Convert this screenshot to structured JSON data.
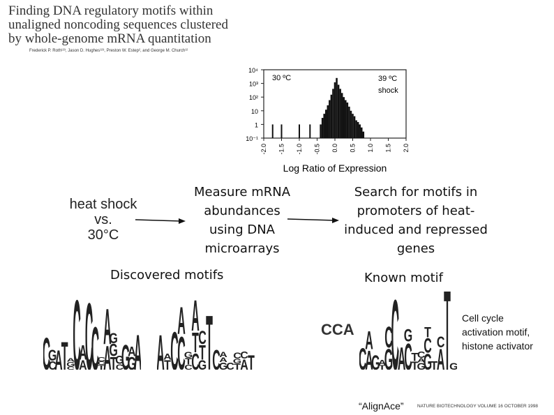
{
  "paper": {
    "title_lines": [
      "Finding DNA regulatory motifs within",
      "unaligned noncoding sequences clustered",
      "by whole-genome mRNA quantitation"
    ],
    "authors": "Frederick P. Roth¹²³, Jason D. Hughes¹²³, Preston W. Estep², and George M. Church¹²",
    "citation_source": "“AlignAce”",
    "citation_journal": "NATURE BIOTECHNOLOGY  VOLUME 16  OCTOBER 1998"
  },
  "conditions": {
    "line1": "heat shock",
    "line2": "vs.",
    "line3": "30°C"
  },
  "steps": {
    "measure_lines": [
      "Measure mRNA",
      "abundances",
      "using DNA",
      "microarrays"
    ],
    "search_lines": [
      "Search for motifs in",
      "promoters of heat-",
      "induced and repressed",
      "genes"
    ]
  },
  "labels": {
    "discovered": "Discovered motifs",
    "known": "Known motif",
    "cca": "CCA",
    "known_desc_lines": [
      "Cell cycle",
      "activation motif,",
      "histone activator"
    ]
  },
  "chart_data": {
    "type": "bar",
    "title": "",
    "xlabel": "Log Ratio of Expression",
    "ylabel": "",
    "y_scale": "log",
    "ylim": [
      0.1,
      10000
    ],
    "y_tick_labels": [
      "10⁻¹",
      "1",
      "10",
      "10²",
      "10³",
      "10⁴"
    ],
    "x_ticks": [
      -2.0,
      -1.5,
      -1.0,
      -0.5,
      0.0,
      0.5,
      1.0,
      1.5,
      2.0
    ],
    "x_tick_labels": [
      "-2.0",
      "-1.5",
      "-1.0",
      "-0.5",
      "0.0",
      "0.5",
      "1.0",
      "1.5",
      "2.0"
    ],
    "xlim": [
      -2.0,
      2.0
    ],
    "annotations": {
      "left": "30 ºC",
      "right_line1": "39 ºC",
      "right_line2": "shock"
    },
    "x": [
      -1.75,
      -1.5,
      -1.0,
      -0.7,
      -0.4,
      -0.35,
      -0.3,
      -0.25,
      -0.2,
      -0.15,
      -0.1,
      -0.05,
      0.0,
      0.05,
      0.1,
      0.15,
      0.2,
      0.25,
      0.3,
      0.35,
      0.4,
      0.45,
      0.5,
      0.55,
      0.6,
      0.65,
      0.7,
      0.75,
      0.8
    ],
    "values": [
      1,
      1,
      1,
      1,
      1,
      3,
      6,
      12,
      25,
      60,
      150,
      400,
      1200,
      2500,
      800,
      400,
      200,
      100,
      60,
      40,
      20,
      10,
      6,
      4,
      2,
      1.5,
      1,
      0.6,
      0.3
    ]
  }
}
